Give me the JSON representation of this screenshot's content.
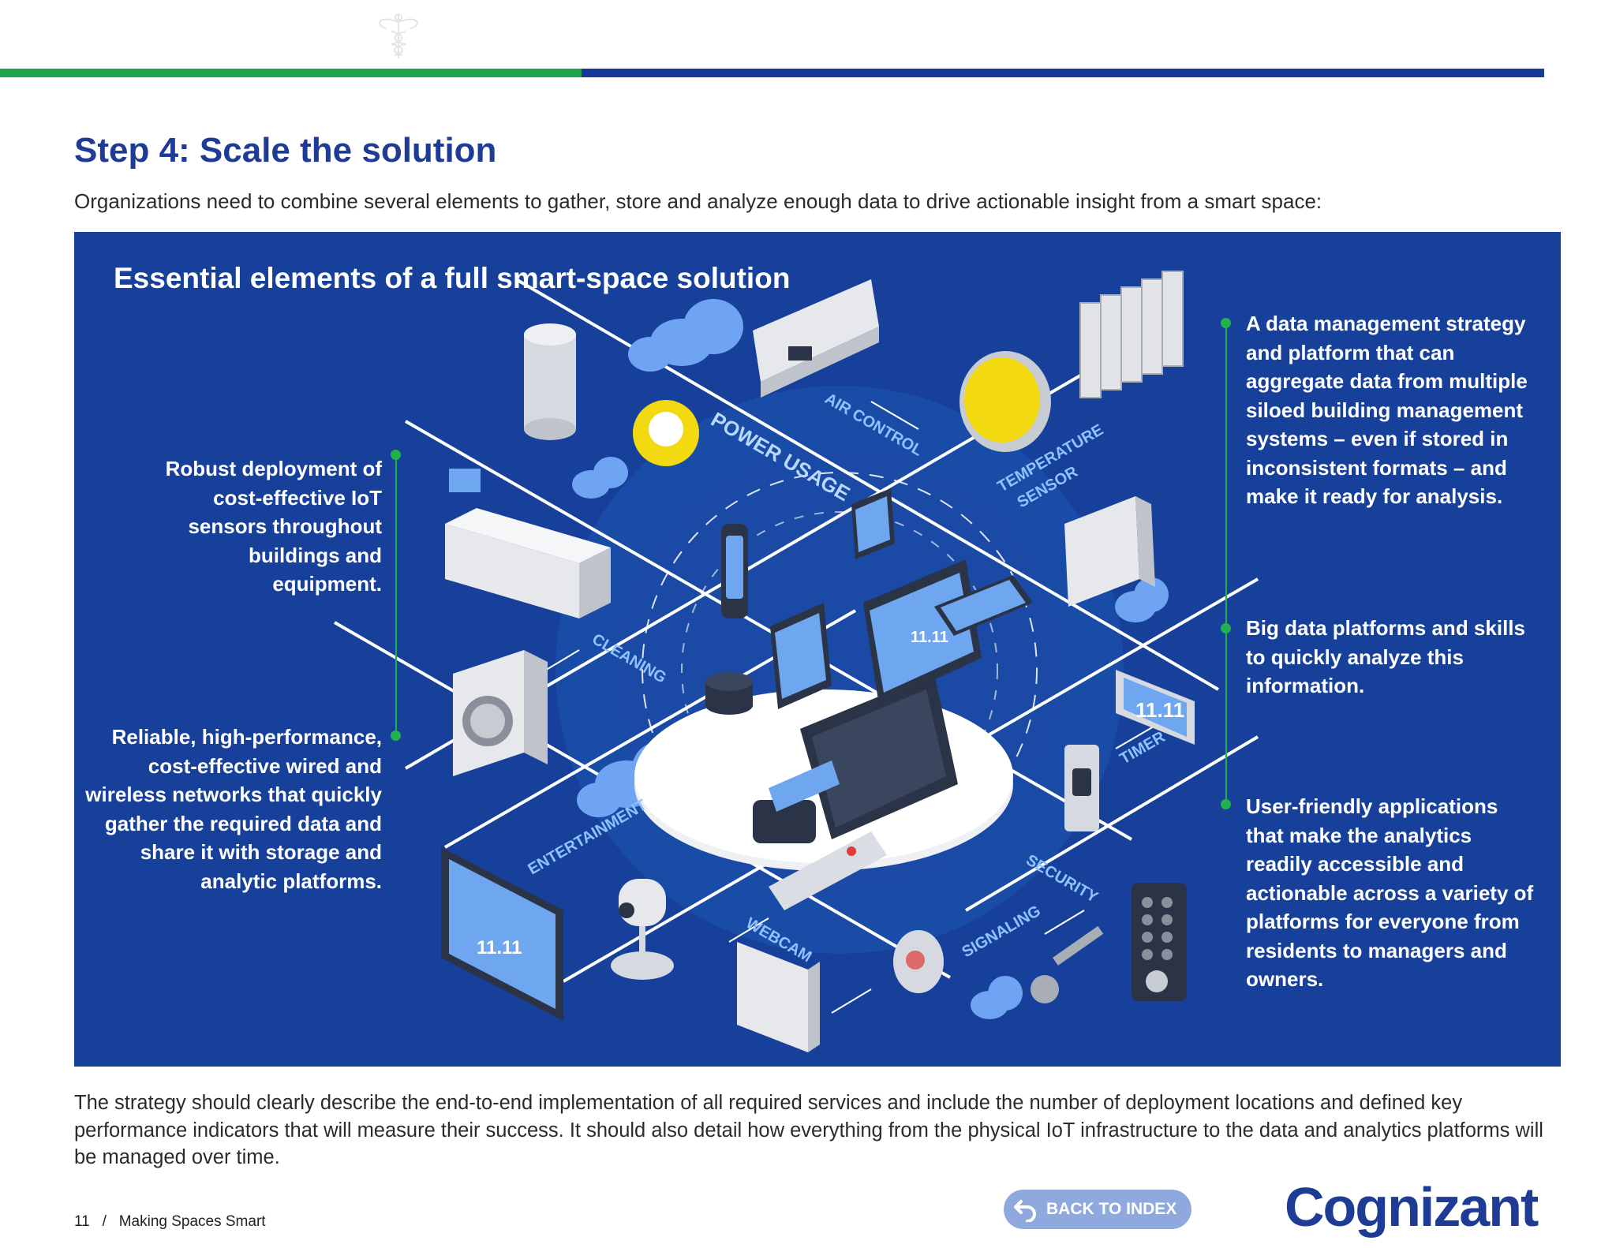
{
  "header": {
    "watermark_icon": "caduceus-icon",
    "rule_colors": [
      "#1fa34a",
      "#16399a"
    ]
  },
  "page": {
    "title": "Step 4: Scale the solution",
    "intro": "Organizations need to combine several elements to gather, store and analyze enough data to drive actionable insight from a smart space:"
  },
  "infographic": {
    "title": "Essential elements of a full smart-space solution",
    "background_color": "#17409b",
    "left_points": [
      "Robust deployment of cost-effective IoT sensors throughout buildings and equipment.",
      "Reliable, high-performance, cost-effective wired and wireless networks that quickly gather the required data and share it with storage and analytic platforms."
    ],
    "right_points": [
      "A data management strategy and platform that can aggregate data from multiple siloed building management systems – even if stored in inconsistent formats – and make it ready for analysis.",
      "Big data platforms and skills to quickly analyze this information.",
      "User-friendly applications that make the analytics readily accessible and actionable across a variety of platforms for everyone from residents to managers and owners."
    ],
    "labels": {
      "power_usage": "POWER USAGE",
      "air_control": "AIR CONTROL",
      "temperature": "TEMPERATURE",
      "sensor": "SENSOR",
      "cleaning": "CLEANING",
      "timer": "TIMER",
      "entertainment": "ENTERTAINMENT",
      "security": "SECURITY",
      "webcam": "WEBCAM",
      "signaling": "SIGNALING"
    },
    "screen_text": "11.11"
  },
  "footer": {
    "body": "The strategy should clearly describe the end-to-end implementation of all required services and include the number of deployment locations and defined key performance indicators that will measure their success. It should also detail how everything from the physical IoT infrastructure to the data and analytics platforms will be managed over time.",
    "page_number": "11",
    "separator": "/",
    "document_name": "Making Spaces Smart",
    "back_button": "BACK TO INDEX",
    "brand": "Cognizant"
  }
}
